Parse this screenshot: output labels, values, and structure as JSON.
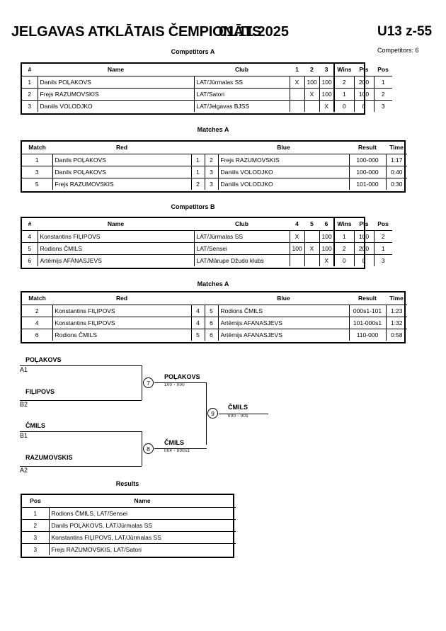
{
  "header": {
    "title": "JELGAVAS ATKLĀTAIS ČEMPIONĀTS",
    "date": "01.11.2025",
    "category": "U13 z-55",
    "competitors_count": "Competitors: 6"
  },
  "pool_a": {
    "caption": "Competitors A",
    "columns": [
      "#",
      "Name",
      "Club",
      "1",
      "2",
      "3",
      "Wins",
      "Pts",
      "Pos"
    ],
    "rows": [
      {
        "num": "1",
        "name": "Danils POĻAKOVS",
        "club": "LAT/Jūrmalas SS",
        "m1": "X",
        "m2": "100",
        "m3": "100",
        "wins": "2",
        "pts": "200",
        "pos": "1"
      },
      {
        "num": "2",
        "name": "Frejs RAZUMOVSKIS",
        "club": "LAT/Satori",
        "m1": "",
        "m2": "X",
        "m3": "100",
        "wins": "1",
        "pts": "100",
        "pos": "2"
      },
      {
        "num": "3",
        "name": "Daniils VOLODJKO",
        "club": "LAT/Jelgavas BJSS",
        "m1": "",
        "m2": "",
        "m3": "X",
        "wins": "0",
        "pts": "0",
        "pos": "3"
      }
    ]
  },
  "matches_a": {
    "caption": "Matches A",
    "columns": [
      "Match",
      "Red",
      "",
      "",
      "Blue",
      "Result",
      "Time"
    ],
    "rows": [
      {
        "match": "1",
        "red": "Danils POĻAKOVS",
        "red_bold": true,
        "rn": "1",
        "bn": "2",
        "blue": "Frejs RAZUMOVSKIS",
        "blue_bold": false,
        "result": "100-000",
        "time": "1:17"
      },
      {
        "match": "3",
        "red": "Danils POĻAKOVS",
        "red_bold": true,
        "rn": "1",
        "bn": "3",
        "blue": "Daniils VOLODJKO",
        "blue_bold": false,
        "result": "100-000",
        "time": "0:40"
      },
      {
        "match": "5",
        "red": "Frejs RAZUMOVSKIS",
        "red_bold": true,
        "rn": "2",
        "bn": "3",
        "blue": "Daniils VOLODJKO",
        "blue_bold": false,
        "result": "101-000",
        "time": "0:30"
      }
    ]
  },
  "pool_b": {
    "caption": "Competitors B",
    "columns": [
      "#",
      "Name",
      "Club",
      "4",
      "5",
      "6",
      "Wins",
      "Pts",
      "Pos"
    ],
    "rows": [
      {
        "num": "4",
        "name": "Konstantins FIĻIPOVS",
        "club": "LAT/Jūrmalas SS",
        "m1": "X",
        "m2": "",
        "m3": "100",
        "wins": "1",
        "pts": "100",
        "pos": "2"
      },
      {
        "num": "5",
        "name": "Rodions ČMILS",
        "club": "LAT/Sensei",
        "m1": "100",
        "m2": "X",
        "m3": "100",
        "wins": "2",
        "pts": "200",
        "pos": "1"
      },
      {
        "num": "6",
        "name": "Artēmijs AFANASJEVS",
        "club": "LAT/Mārupe Džudo klubs",
        "m1": "",
        "m2": "",
        "m3": "X",
        "wins": "0",
        "pts": "0",
        "pos": "3"
      }
    ]
  },
  "matches_b": {
    "caption": "Matches A",
    "columns": [
      "Match",
      "Red",
      "",
      "",
      "Blue",
      "Result",
      "Time"
    ],
    "rows": [
      {
        "match": "2",
        "red": "Konstantins FIĻIPOVS",
        "red_bold": false,
        "rn": "4",
        "bn": "5",
        "blue": "Rodions ČMILS",
        "blue_bold": true,
        "result": "000s1-101",
        "time": "1:23"
      },
      {
        "match": "4",
        "red": "Konstantins FIĻIPOVS",
        "red_bold": true,
        "rn": "4",
        "bn": "6",
        "blue": "Artēmijs AFANASJEVS",
        "blue_bold": false,
        "result": "101-000s1",
        "time": "1:32"
      },
      {
        "match": "6",
        "red": "Rodions ČMILS",
        "red_bold": true,
        "rn": "5",
        "bn": "6",
        "blue": "Artēmijs AFANASJEVS",
        "blue_bold": false,
        "result": "110-000",
        "time": "0:58"
      }
    ]
  },
  "bracket": {
    "entries": [
      {
        "name": "POĻAKOVS",
        "seed": "A1"
      },
      {
        "name": "FIĻIPOVS",
        "seed": "B2"
      },
      {
        "name": "ČMILS",
        "seed": "B1"
      },
      {
        "name": "RAZUMOVSKIS",
        "seed": "A2"
      }
    ],
    "nodes": [
      {
        "id": "7",
        "winner": "POĻAKOVS",
        "score": "100 - 000"
      },
      {
        "id": "8",
        "winner": "ČMILS",
        "score": "004 - 000s1"
      },
      {
        "id": "9",
        "winner": "ČMILS",
        "score": "000 - 001"
      }
    ]
  },
  "results": {
    "caption": "Results",
    "columns": [
      "Pos",
      "Name"
    ],
    "rows": [
      {
        "pos": "1",
        "name": "Rodions ČMILS, LAT/Sensei"
      },
      {
        "pos": "2",
        "name": "Danils POĻAKOVS, LAT/Jūrmalas SS"
      },
      {
        "pos": "3",
        "name": "Konstantins FIĻIPOVS, LAT/Jūrmalas SS"
      },
      {
        "pos": "3",
        "name": "Frejs RAZUMOVSKIS, LAT/Satori"
      }
    ]
  }
}
